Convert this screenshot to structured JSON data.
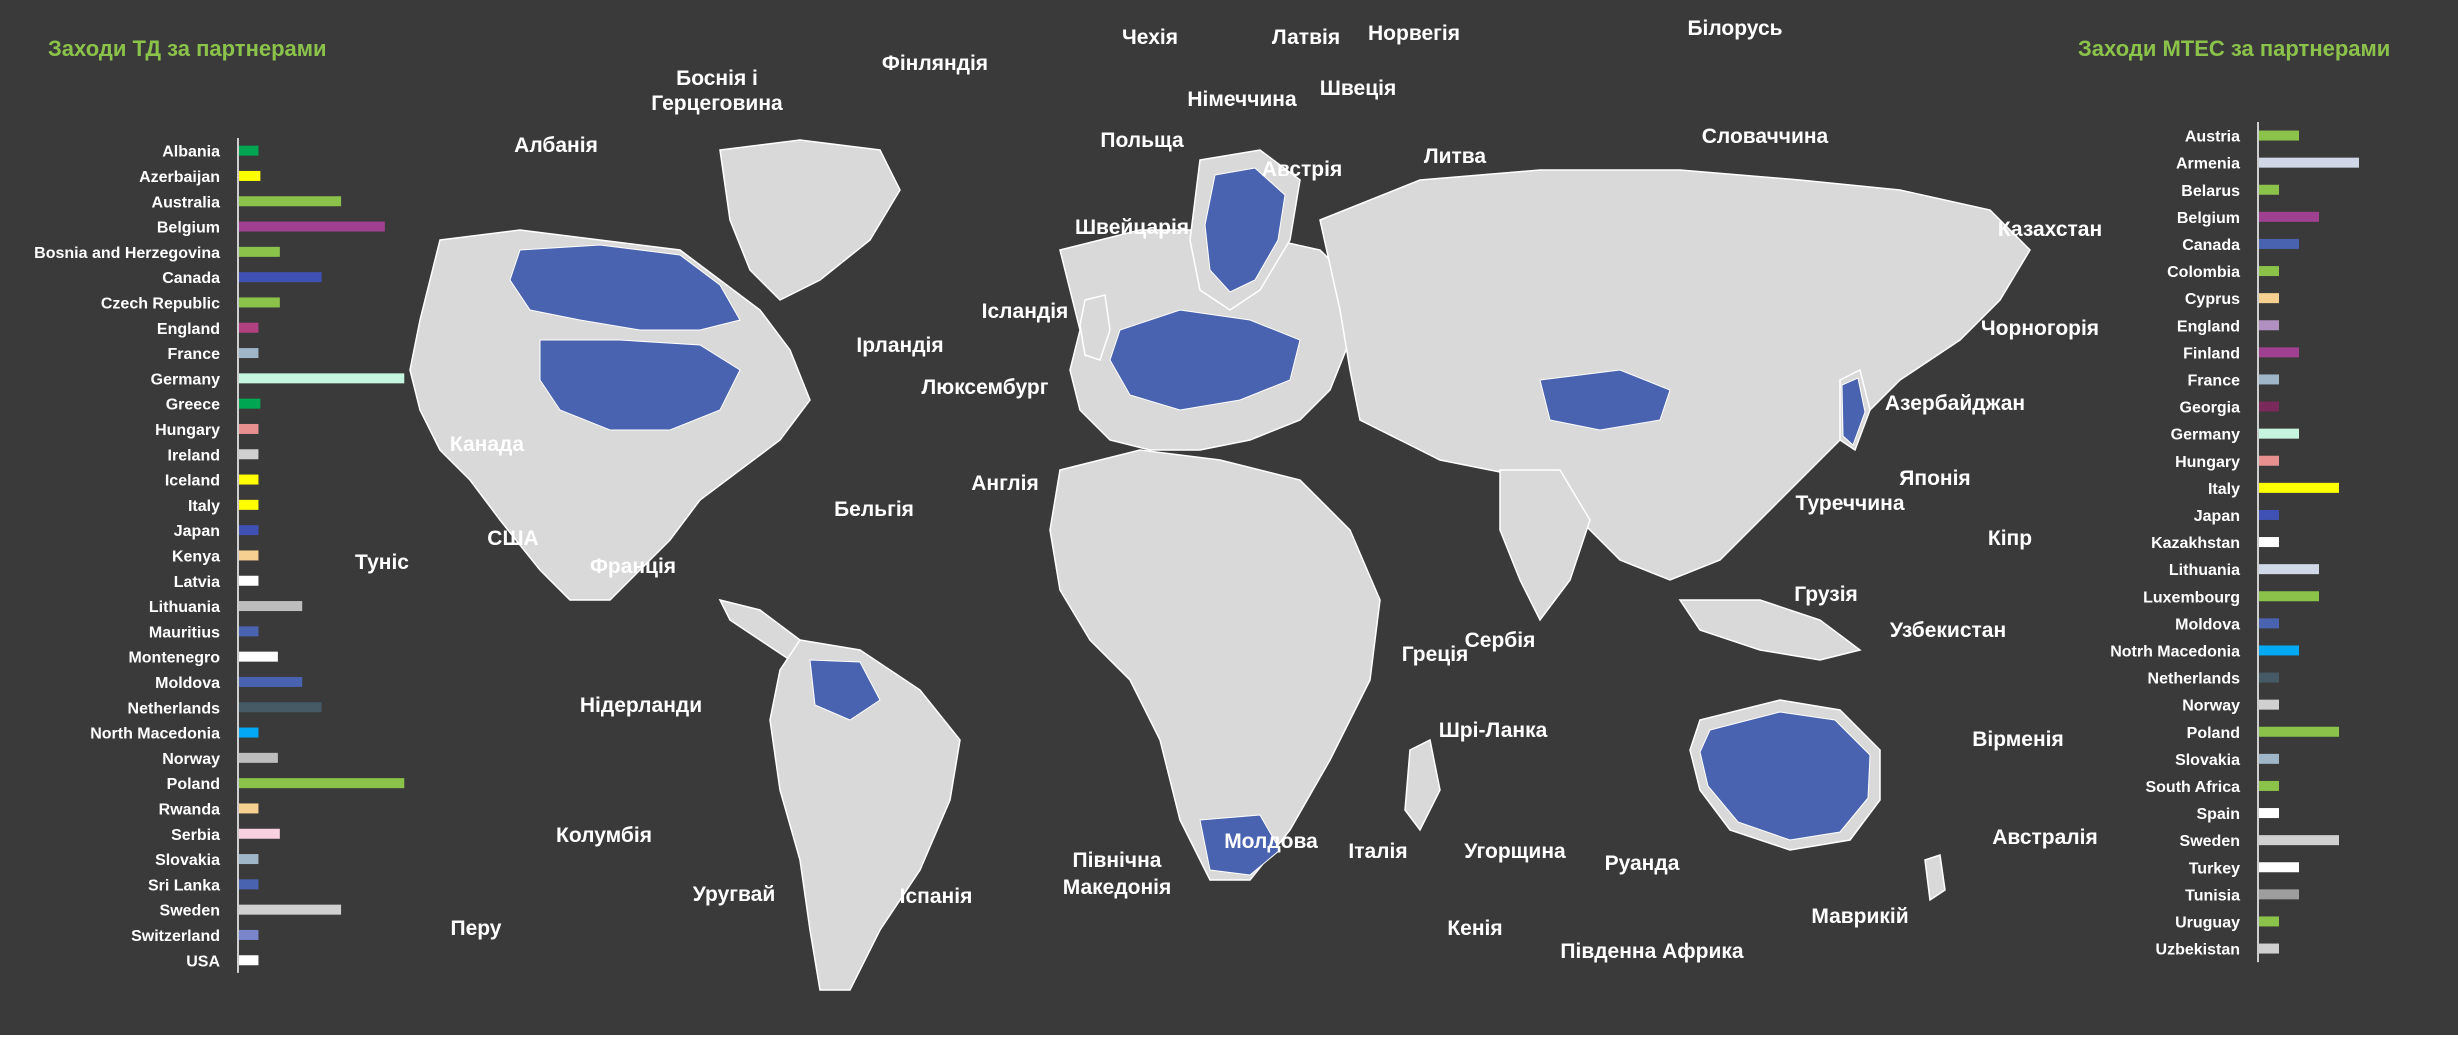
{
  "header": {
    "left_title": "Заходи ТД за партнерами",
    "right_title": "Заходи МТЕС за партнерами"
  },
  "colors": {
    "background": "#3a3a3a",
    "panel": "#3f3f3f",
    "land": "#d9d9d9",
    "highlight": "#4a63b0",
    "title_green": "#8bc34a",
    "label_white": "#ffffff"
  },
  "chart_data": [
    {
      "type": "bar",
      "orientation": "horizontal",
      "title": "Заходи ТД за партнерами",
      "categories": [
        "Albania",
        "Azerbaijan",
        "Australia",
        "Belgium",
        "Bosnia and Herzegovina",
        "Canada",
        "Czech Republic",
        "England",
        "France",
        "Germany",
        "Greece",
        "Hungary",
        "Ireland",
        "Iceland",
        "Italy",
        "Japan",
        "Kenya",
        "Latvia",
        "Lithuania",
        "Mauritius",
        "Montenegro",
        "Moldova",
        "Netherlands",
        "North Macedonia",
        "Norway",
        "Poland",
        "Rwanda",
        "Serbia",
        "Slovakia",
        "Sri Lanka",
        "Sweden",
        "Switzerland",
        "USA"
      ],
      "values": [
        20,
        22,
        105,
        150,
        42,
        85,
        42,
        20,
        20,
        170,
        22,
        20,
        20,
        20,
        20,
        20,
        20,
        20,
        65,
        20,
        40,
        65,
        85,
        20,
        40,
        170,
        20,
        42,
        20,
        20,
        105,
        20,
        20
      ],
      "colors": [
        "#00a651",
        "#ffff00",
        "#8bc34a",
        "#a04090",
        "#8bc34a",
        "#3f51b5",
        "#8bc34a",
        "#b04080",
        "#9fb5c8",
        "#c6f6e0",
        "#00a651",
        "#e89090",
        "#d0d0d0",
        "#ffff00",
        "#ffff00",
        "#3f51b5",
        "#f5d090",
        "#ffffff",
        "#bdbdbd",
        "#4a63b0",
        "#ffffff",
        "#4a63b0",
        "#455a64",
        "#03a9f4",
        "#bdbdbd",
        "#8bc34a",
        "#f5d090",
        "#f8d0e0",
        "#9fb5c8",
        "#4a63b0",
        "#d0d0d0",
        "#7986cb",
        "#ffffff"
      ],
      "xlim": [
        0,
        180
      ]
    },
    {
      "type": "bar",
      "orientation": "horizontal",
      "title": "Заходи МТЕС за партнерами",
      "categories": [
        "Austria",
        "Armenia",
        "Belarus",
        "Belgium",
        "Canada",
        "Colombia",
        "Cyprus",
        "England",
        "Finland",
        "France",
        "Georgia",
        "Germany",
        "Hungary",
        "Italy",
        "Japan",
        "Kazakhstan",
        "Lithuania",
        "Luxembourg",
        "Moldova",
        "Notrh Macedonia",
        "Netherlands",
        "Norway",
        "Poland",
        "Slovakia",
        "South Africa",
        "Spain",
        "Sweden",
        "Turkey",
        "Tunisia",
        "Uruguay",
        "Uzbekistan"
      ],
      "values": [
        40,
        100,
        20,
        60,
        40,
        20,
        20,
        20,
        40,
        20,
        20,
        40,
        20,
        80,
        20,
        20,
        60,
        60,
        20,
        40,
        20,
        20,
        80,
        20,
        20,
        20,
        80,
        40,
        40,
        20,
        20
      ],
      "colors": [
        "#8bc34a",
        "#d0d8e8",
        "#8bc34a",
        "#a04090",
        "#4a63b0",
        "#8bc34a",
        "#f5d090",
        "#b090c0",
        "#a04090",
        "#9fb5c8",
        "#7a2a5a",
        "#c6f6e0",
        "#e89090",
        "#ffff00",
        "#3f51b5",
        "#ffffff",
        "#d0d8e8",
        "#8bc34a",
        "#4a63b0",
        "#03a9f4",
        "#455a64",
        "#d0d0d0",
        "#8bc34a",
        "#9fb5c8",
        "#8bc34a",
        "#ffffff",
        "#d0d0d0",
        "#ffffff",
        "#9e9e9e",
        "#8bc34a",
        "#d0d0d0"
      ],
      "xlim": [
        0,
        120
      ]
    }
  ],
  "map_labels": [
    "Боснія і",
    "Герцеговина",
    "Фінляндія",
    "Чехія",
    "Латвія",
    "Норвегія",
    "Білорусь",
    "Швеція",
    "Німеччина",
    "Польща",
    "Австрія",
    "Литва",
    "Словаччина",
    "Албанія",
    "Казахстан",
    "Швейцарія",
    "Ісландія",
    "Ірландія",
    "Чорногорія",
    "Люксембург",
    "Азербайджан",
    "Канада",
    "Англія",
    "Японія",
    "США",
    "Бельгія",
    "Туреччина",
    "Кіпр",
    "Туніс",
    "Франція",
    "Грузія",
    "Узбекистан",
    "Греція",
    "Сербія",
    "Нідерланди",
    "Шрі-Ланка",
    "Вірменія",
    "Колумбія",
    "Молдова",
    "Італія",
    "Угорщина",
    "Руанда",
    "Австралія",
    "Північна",
    "Македонія",
    "Уругвай",
    "Іспанія",
    "Маврикій",
    "Перу",
    "Кенія",
    "Південна Африка"
  ]
}
